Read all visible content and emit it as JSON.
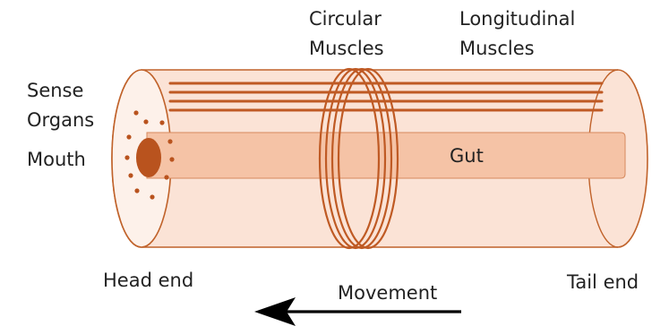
{
  "labels": {
    "circular_muscles_line1": "Circular",
    "circular_muscles_line2": "Muscles",
    "longitudinal_muscles_line1": "Longitudinal",
    "longitudinal_muscles_line2": "Muscles",
    "sense_organs_line1": "Sense",
    "sense_organs_line2": "Organs",
    "mouth": "Mouth",
    "gut": "Gut",
    "head_end": "Head end",
    "tail_end": "Tail end",
    "movement": "Movement"
  },
  "colors": {
    "outline": "#c0622a",
    "body_fill": "#fbe3d6",
    "gut_fill": "#f5c3a6",
    "mouth_fill": "#b9531e",
    "muscle": "#bf5a24",
    "arrow": "#000000",
    "text": "#222222"
  },
  "icons": {
    "movement_arrow": "arrow-left-icon"
  }
}
